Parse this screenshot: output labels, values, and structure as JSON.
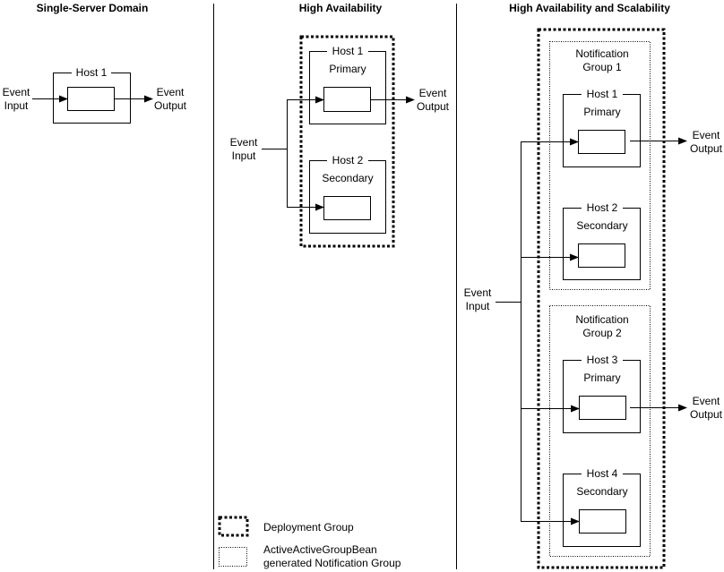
{
  "panels": {
    "single_server": {
      "heading": "Single-Server Domain",
      "host": "Host 1",
      "input": [
        "Event",
        "Input"
      ],
      "output": [
        "Event",
        "Output"
      ]
    },
    "high_availability": {
      "heading": "High Availability",
      "host1": "Host 1",
      "host1_role": "Primary",
      "host2": "Host 2",
      "host2_role": "Secondary",
      "input": [
        "Event",
        "Input"
      ],
      "output": [
        "Event",
        "Output"
      ]
    },
    "scalability": {
      "heading": "High Availability and Scalability",
      "group1": [
        "Notification",
        "Group 1"
      ],
      "group2": [
        "Notification",
        "Group 2"
      ],
      "host1": "Host 1",
      "host1_role": "Primary",
      "host2": "Host 2",
      "host2_role": "Secondary",
      "host3": "Host 3",
      "host3_role": "Primary",
      "host4": "Host 4",
      "host4_role": "Secondary",
      "input": [
        "Event",
        "Input"
      ],
      "output1": [
        "Event",
        "Output"
      ],
      "output2": [
        "Event",
        "Output"
      ]
    }
  },
  "legend": {
    "deployment_group": "Deployment Group",
    "notification_group": [
      "ActiveActiveGroupBean",
      "generated Notification Group"
    ]
  }
}
